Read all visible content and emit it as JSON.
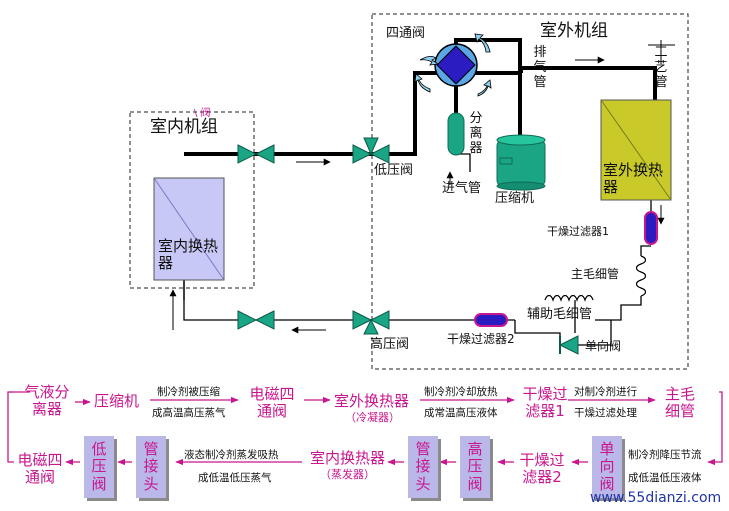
{
  "diagram": {
    "outdoor_unit_label": "室外机组",
    "indoor_unit_label": "室内机组",
    "four_way_valve_label": "四通阀",
    "process_pipe_label": "工艺管",
    "exhaust_pipe_label": "排气管",
    "separator_label": "分离器",
    "compressor_label": "压缩机",
    "low_pressure_valve_label": "低压阀",
    "intake_pipe_label": "进气管",
    "outdoor_exchanger_label": "室外换热器",
    "indoor_exchanger_label": "室内换热器",
    "dry_filter_1_label": "干燥过滤器1",
    "main_capillary_label": "主毛细管",
    "aux_capillary_label": "辅助毛细管",
    "dry_filter_2_label": "干燥过滤器2",
    "check_valve_label": "单向阀",
    "high_pressure_valve_label": "高压阀",
    "stray_mark": "\\ 阀"
  },
  "flow": {
    "row1": {
      "gas_liquid_separator": "气液分离器",
      "compressor": "压缩机",
      "note_compress_a": "制冷剂被压缩",
      "note_compress_b": "成高温高压蒸气",
      "four_way_valve": "电磁四通阀",
      "outdoor_exchanger": "室外换热器",
      "condenser": "（冷凝器）",
      "note_cool_a": "制冷剂冷却放热",
      "note_cool_b": "成常温高压液体",
      "dry_filter_1": "干燥过滤器1",
      "note_filter_a": "对制冷剂进行",
      "note_filter_b": "干燥过滤处理",
      "main_capillary": "主毛细管"
    },
    "row2": {
      "four_way_valve": "电磁四通阀",
      "low_pressure_valve": "低压阀",
      "pipe_connector_1": "管接头",
      "note_evap_a": "液态制冷剂蒸发吸热",
      "note_evap_b": "成低温低压蒸气",
      "indoor_exchanger": "室内换热器",
      "evaporator": "（蒸发器）",
      "pipe_connector_2": "管接头",
      "high_pressure_valve": "高压阀",
      "dry_filter_2": "干燥过滤器2",
      "check_valve": "单向阀",
      "note_throttle_a": "制冷剂降压节流",
      "note_throttle_b": "成低温低压液体"
    }
  },
  "watermark": "www.55dianzi.com",
  "colors": {
    "pipe": "#000000",
    "valve": "#1aa585",
    "four_way_diamond": "#2a1cc0",
    "four_way_circle": "#5aa7e6",
    "compressor": "#1aa585",
    "outdoor_exchanger": "#c9c92a",
    "indoor_exchanger": "#c8c8f6",
    "filter": "#2a1cc0",
    "flow_text": "#c8168e",
    "flow_box": "#b9b8e8",
    "watermark": "#1f34a8"
  }
}
